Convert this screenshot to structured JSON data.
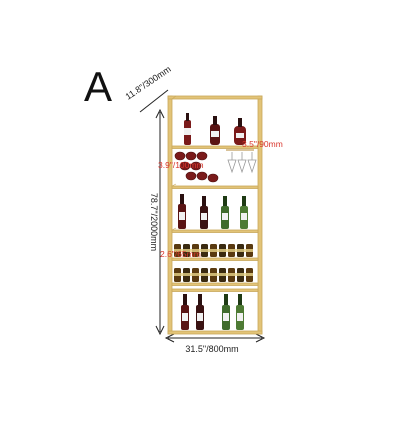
{
  "variant_label": "A",
  "dimensions": {
    "depth": "11.8\"/300mm",
    "height": "78.7\"/2000mm",
    "width": "31.5\"/800mm",
    "glass_rack_depth": "3.5\"/90mm",
    "bottle_rack_height": "3.9\"/100mm",
    "row_spacing": "2.6\"/65mm"
  },
  "colors": {
    "frame": "#e2c478",
    "frame_dark": "#c9a85a",
    "dimension_line": "#222222",
    "callout_text": "#d9372d",
    "bottle_red": "#7a1a1a",
    "bottle_dark": "#2a1010",
    "bottle_green": "#3f6b2c"
  }
}
